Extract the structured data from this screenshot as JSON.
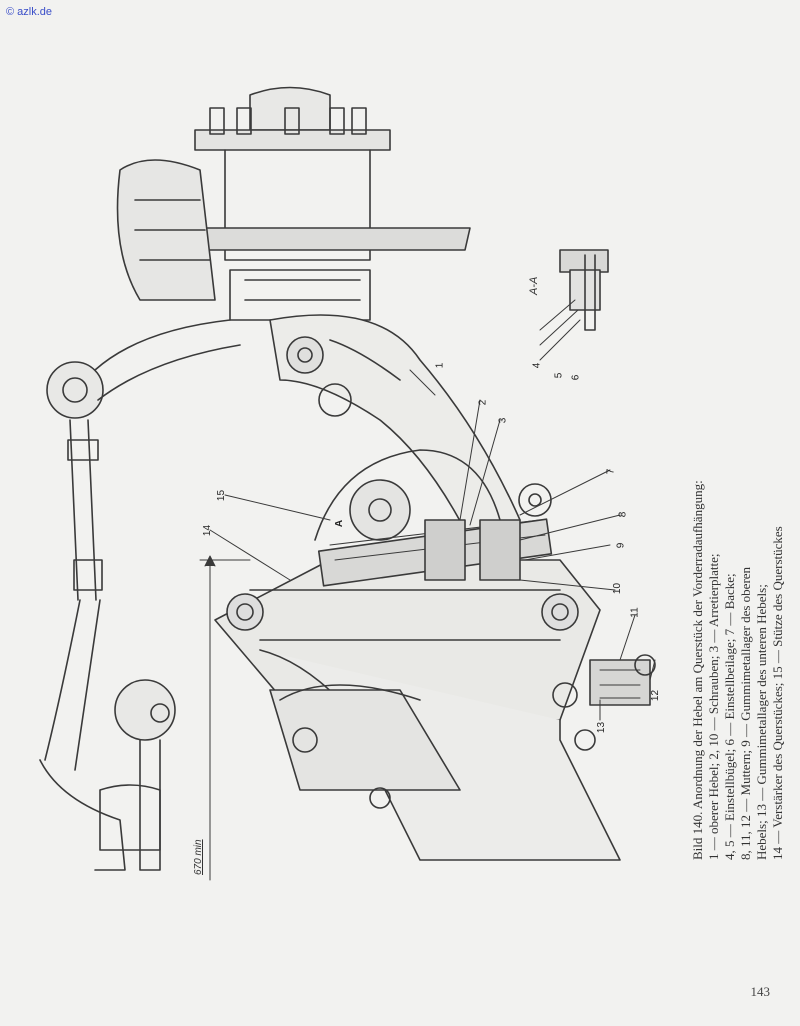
{
  "watermark": "© azlk.de",
  "figure": {
    "caption_title": "Bild 140. Anordnung der Hebel am Querstück der Vorderradaufhängung:",
    "caption_lines": [
      "1 — oberer Hebel; 2, 10 — Schrauben; 3 — Arretierplatte;",
      "4, 5 — Einstellbügel; 6 — Einstellbeilage; 7 — Backe;",
      "8, 11, 12 — Muttern; 9 — Gummimetallager des oberen",
      "Hebels; 13 — Gummimetallager des unteren Hebels;",
      "14 — Verstärker des Querstückes; 15 — Stütze des Querstückes"
    ],
    "section_label": "A-A",
    "dimension_label": "670 min",
    "callouts": {
      "c1": "1",
      "c2": "2",
      "c3": "3",
      "c4": "4",
      "c5": "5",
      "c6": "6",
      "c7": "7",
      "c8": "8",
      "c9": "9",
      "c10": "10",
      "c11": "11",
      "c12": "12",
      "c13": "13",
      "c14": "14",
      "c15": "15"
    },
    "section_marks": {
      "a": "A"
    }
  },
  "page_number": "143"
}
